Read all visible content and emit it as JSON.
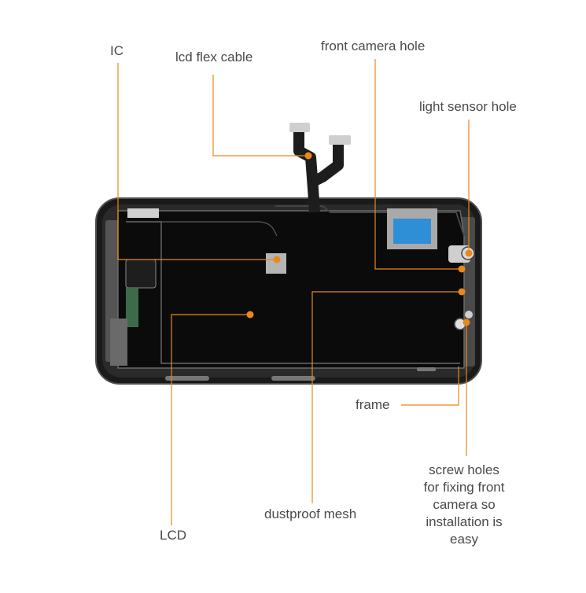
{
  "labels": {
    "ic": "IC",
    "lcd_flex_cable": "lcd flex cable",
    "front_camera_hole": "front camera hole",
    "light_sensor_hole": "light sensor hole",
    "frame": "frame",
    "dustproof_mesh": "dustproof mesh",
    "lcd": "LCD",
    "screw_holes": [
      "screw holes",
      "for fixing front",
      "camera so",
      "installation is",
      "easy"
    ]
  },
  "colors": {
    "callout": "#e8891a",
    "label_text": "#4a4a4a",
    "panel": "#0c0c0c",
    "frame": "#3a3a3a",
    "blue_pad": "#2f8fd6",
    "shield": "#b8b8b8"
  }
}
